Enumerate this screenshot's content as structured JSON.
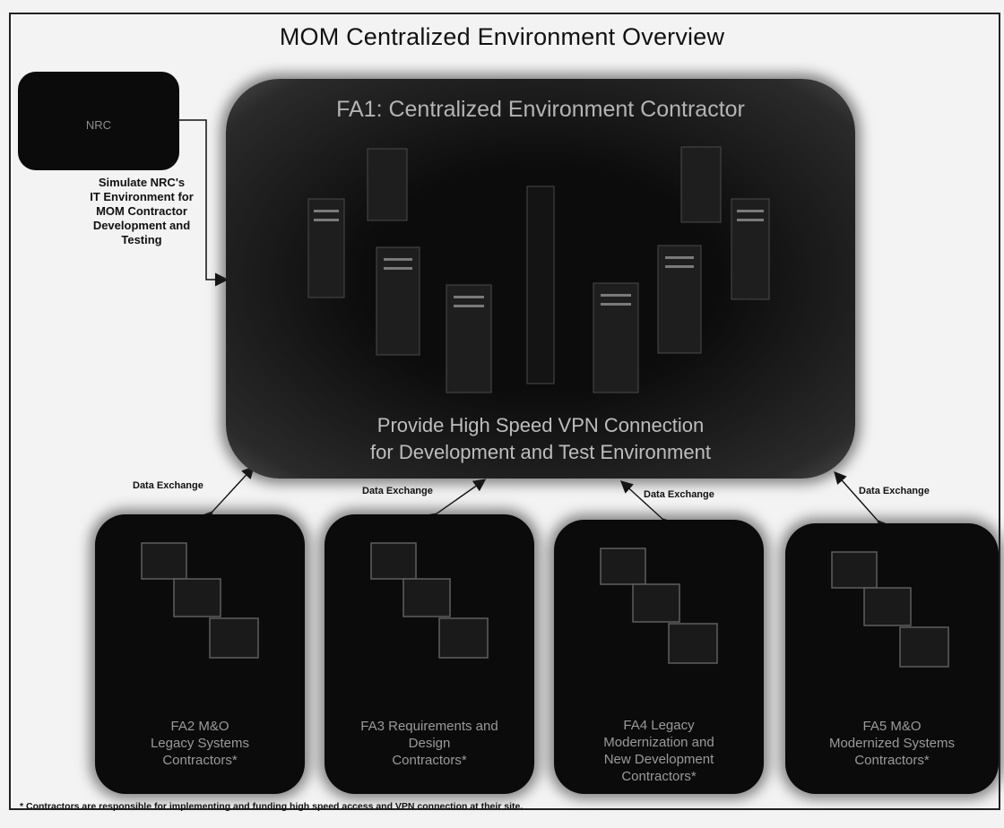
{
  "title": "MOM Centralized Environment Overview",
  "nrc": {
    "label": "NRC",
    "description": "Simulate NRC's\nIT Environment for\nMOM Contractor\nDevelopment and\nTesting"
  },
  "fa1": {
    "title": "FA1: Centralized Environment Contractor",
    "caption": "Provide High Speed VPN  Connection\nfor Development and Test Environment"
  },
  "exchange_label": "Data Exchange",
  "areas": [
    {
      "id": "fa2",
      "label": "FA2  M&O\nLegacy Systems\nContractors*"
    },
    {
      "id": "fa3",
      "label": "FA3  Requirements and\nDesign\nContractors*"
    },
    {
      "id": "fa4",
      "label": "FA4  Legacy\nModernization and\nNew Development\nContractors*"
    },
    {
      "id": "fa5",
      "label": "FA5  M&O\nModernized Systems\nContractors*"
    }
  ],
  "footnote": "* Contractors are responsible for implementing  and funding  high speed access and VPN connection at their site.",
  "icons": [
    "server-icon",
    "monitor-icon",
    "arrow-icon"
  ]
}
